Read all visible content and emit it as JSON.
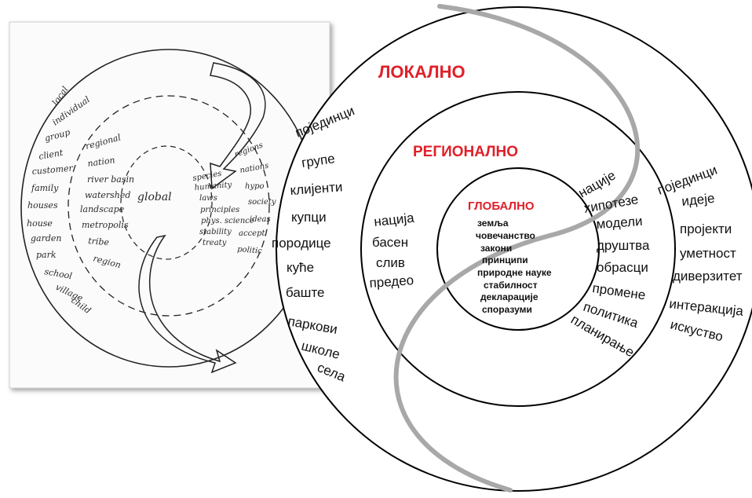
{
  "sketch": {
    "left_words": [
      "local",
      "individual",
      "group",
      "client",
      "customer",
      "family",
      "houses",
      "house",
      "garden",
      "park",
      "school",
      "village",
      "child"
    ],
    "middle_words": [
      "regional",
      "nation",
      "river basin",
      "watershed",
      "landscape",
      "metropolis",
      "tribe",
      "region"
    ],
    "center_word": "global",
    "right_words": [
      "species",
      "humanity",
      "laws",
      "principles",
      "phys. science",
      "stability",
      "treaty",
      "regions",
      "nations",
      "hypo",
      "society",
      "ideas",
      "accept",
      "politic"
    ]
  },
  "rings": {
    "outer_title": "ЛОКАЛНО",
    "middle_title": "РЕГИОНАЛНО",
    "inner_title": "ГЛОБАЛНО"
  },
  "local_left": [
    "појединци",
    "групе",
    "клијенти",
    "купци",
    "породице",
    "куће",
    "баште",
    "паркови",
    "школе",
    "села"
  ],
  "local_right": [
    "појединци",
    "идеје",
    "пројекти",
    "уметност",
    "диверзитет",
    "интеракција",
    "искуство"
  ],
  "regional_left": [
    "нација",
    "басен",
    "слив",
    "предео"
  ],
  "regional_right": [
    "нације",
    "хипотезе",
    "модели",
    "друштва",
    "обрасци",
    "промене",
    "политика",
    "планирање"
  ],
  "global_items": [
    "земља",
    "човечанство",
    "закони",
    "принципи",
    "природне науке",
    "стабилност",
    "декларације",
    "споразуми"
  ],
  "colors": {
    "title_red": "#e0202a",
    "swoosh_gray": "#a8a8a8",
    "ink": "#111111"
  }
}
